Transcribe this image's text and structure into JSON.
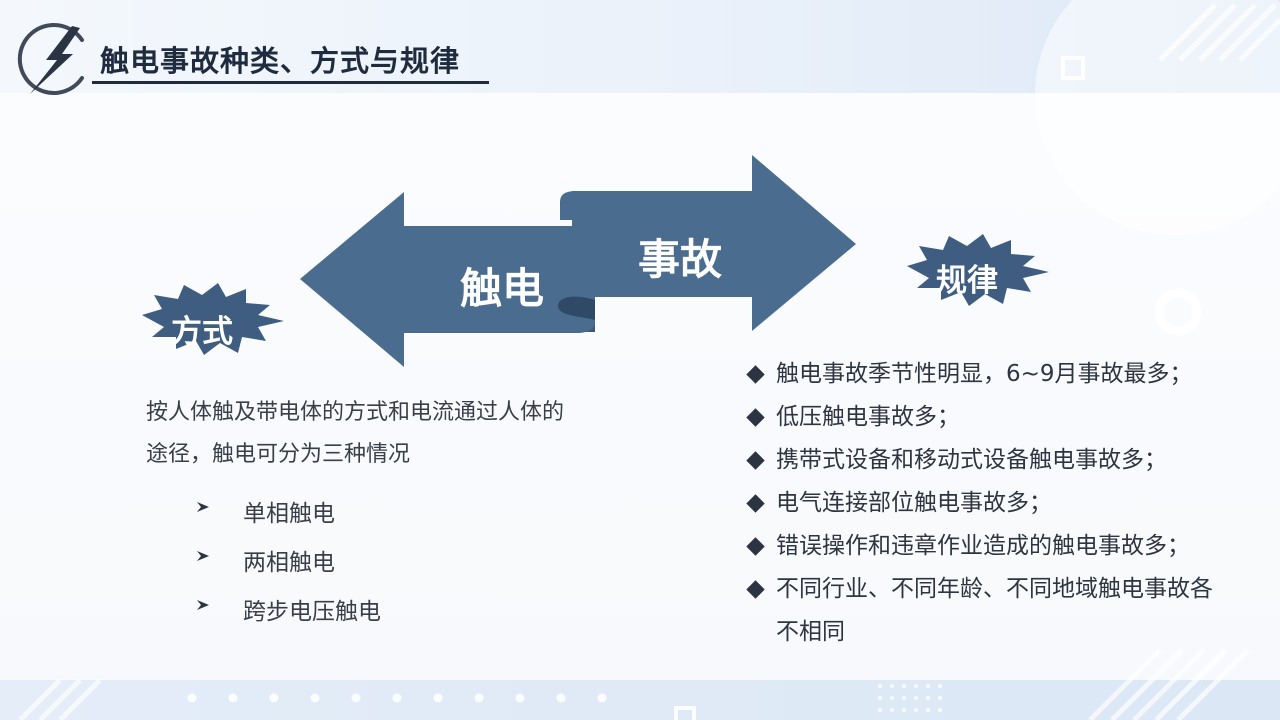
{
  "header": {
    "title": "触电事故种类、方式与规律",
    "icon": "lightning-bolt-icon"
  },
  "diagram": {
    "left_arrow_label": "触电",
    "right_arrow_label": "事故",
    "left_burst_label": "方式",
    "right_burst_label": "规律",
    "colors": {
      "arrow": "#4a6d8f",
      "burst": "#3e5d80",
      "text": "#ffffff"
    }
  },
  "methods": {
    "description": "按人体触及带电体的方式和电流通过人体的途径，触电可分为三种情况",
    "items": [
      "单相触电",
      "两相触电",
      "跨步电压触电"
    ]
  },
  "patterns": {
    "items": [
      "触电事故季节性明显，6~9月事故最多；",
      "低压触电事故多；",
      "携带式设备和移动式设备触电事故多；",
      "电气连接部位触电事故多；",
      "错误操作和违章作业造成的触电事故多；",
      "不同行业、不同年龄、不同地域触电事故各不相同"
    ]
  }
}
